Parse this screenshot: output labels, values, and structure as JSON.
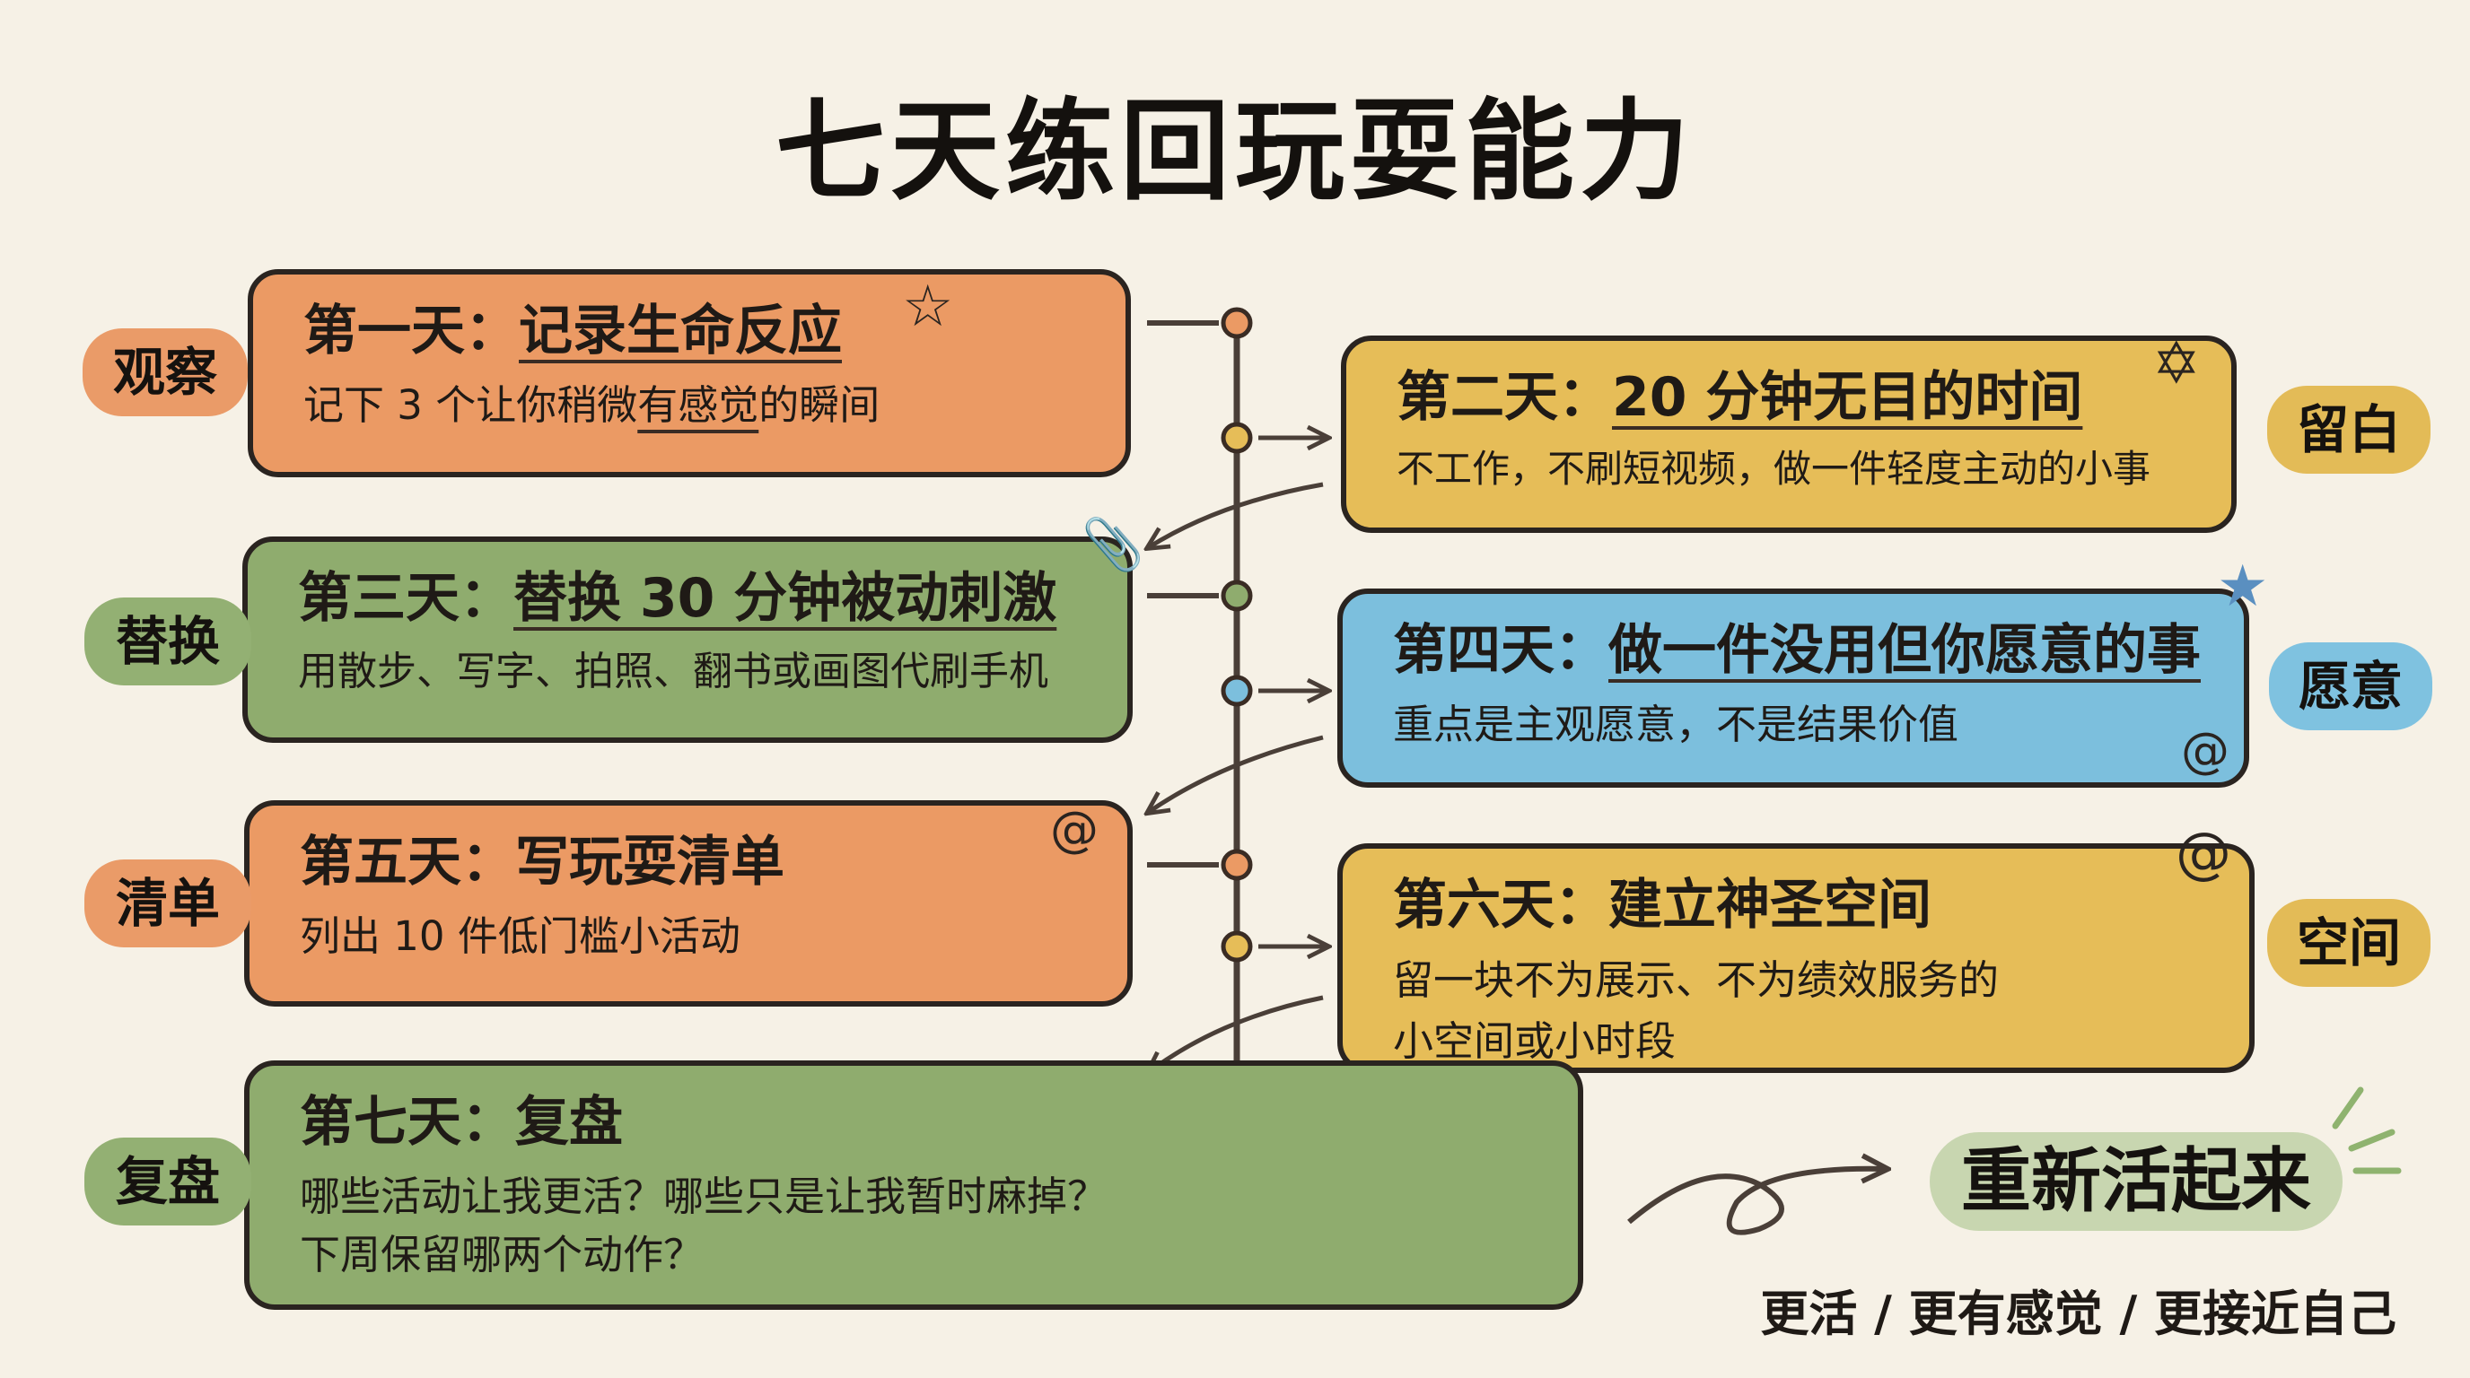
{
  "title": "七天练回玩耍能力",
  "days": [
    {
      "title_prefix": "第一天：",
      "title_main": "记录生命反应",
      "desc_a": "记下 3 个让你稍微",
      "desc_b": "有感觉",
      "desc_c": "的瞬间",
      "tag": "观察"
    },
    {
      "title_prefix": "第二天：",
      "title_main": "20 分钟无目的时间",
      "desc": "不工作，不刷短视频，做一件轻度主动的小事",
      "tag": "留白"
    },
    {
      "title_prefix": "第三天：",
      "title_main": "替换 30 分钟被动刺激",
      "desc": "用散步、写字、拍照、翻书或画图代刷手机",
      "tag": "替换"
    },
    {
      "title_prefix": "第四天：",
      "title_main": "做一件没用但你愿意的事",
      "desc": "重点是主观愿意，不是结果价值",
      "tag": "愿意"
    },
    {
      "title_prefix": "第五天：",
      "title_main": "写玩耍清单",
      "desc": "列出 10 件低门槛小活动",
      "tag": "清单"
    },
    {
      "title_prefix": "第六天：",
      "title_main": "建立神圣空间",
      "desc_line1": "留一块不为展示、不为绩效服务的",
      "desc_line2": "小空间或小时段",
      "tag": "空间"
    },
    {
      "title_prefix": "第七天：",
      "title_main": "复盘",
      "desc_line1": "哪些活动让我更活？哪些只是让我暂时麻掉？",
      "desc_line2": "下周保留哪两个动作？",
      "tag": "复盘"
    }
  ],
  "badge": "重新活起来",
  "footer": "更活 / 更有感觉 / 更接近自己",
  "icons": [
    "star-icon",
    "spiral-icon",
    "paperclip-icon",
    "arrow-icon"
  ],
  "colors": {
    "orange": "#eb9a64",
    "yellow": "#e6bd58",
    "green": "#8fac6e",
    "blue": "#7cbfdd",
    "background": "#f6f1e6",
    "outline": "#2a2420"
  }
}
